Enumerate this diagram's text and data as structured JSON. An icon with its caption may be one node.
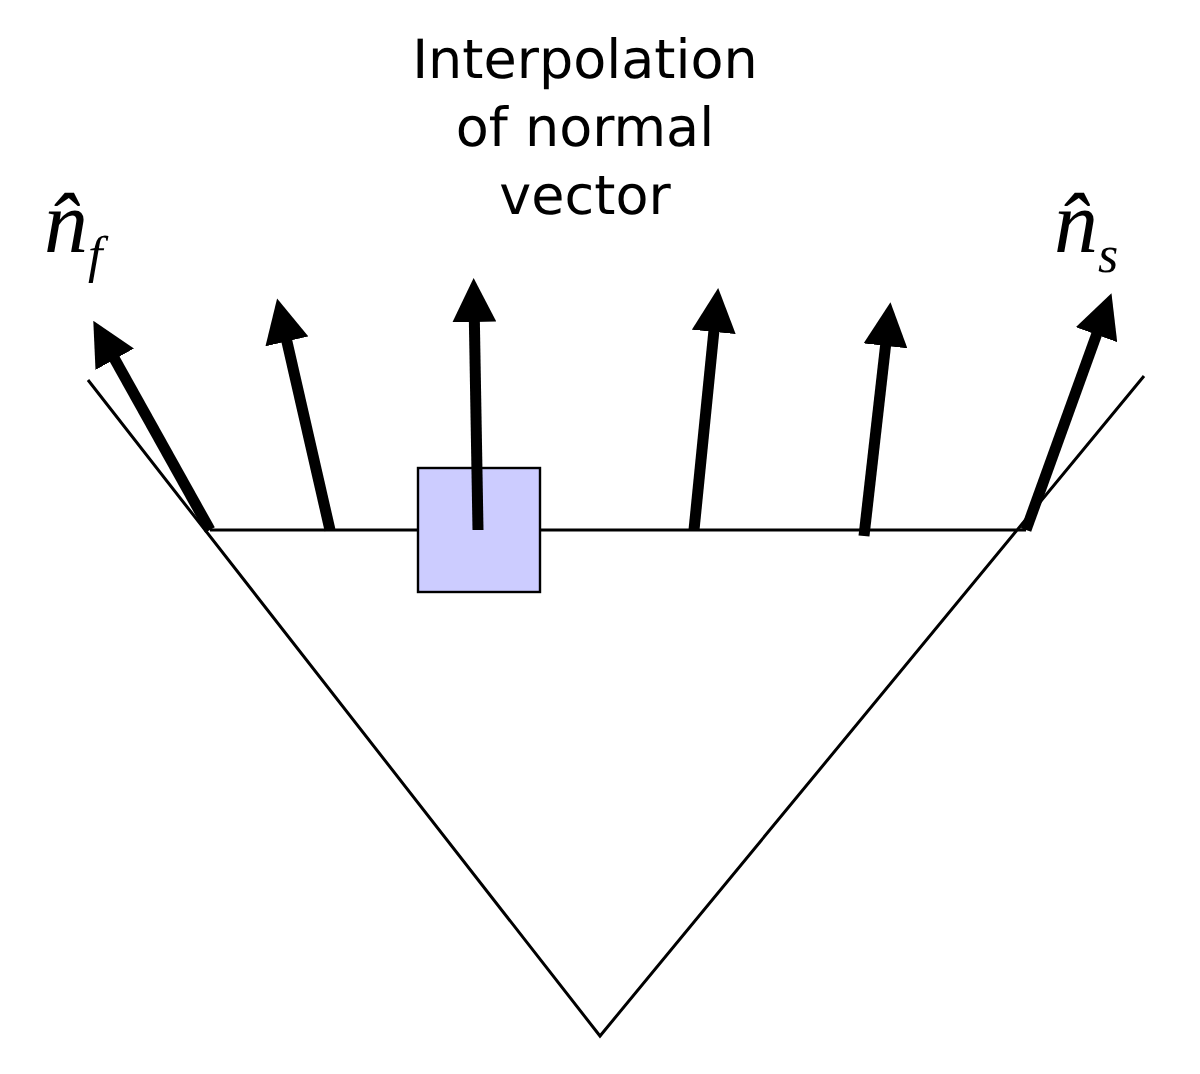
{
  "diagram": {
    "title": "Interpolation of normal vector",
    "labels": [
      "n̂$_{f}$",
      "n̂$_{s}$"
    ]
  }
}
